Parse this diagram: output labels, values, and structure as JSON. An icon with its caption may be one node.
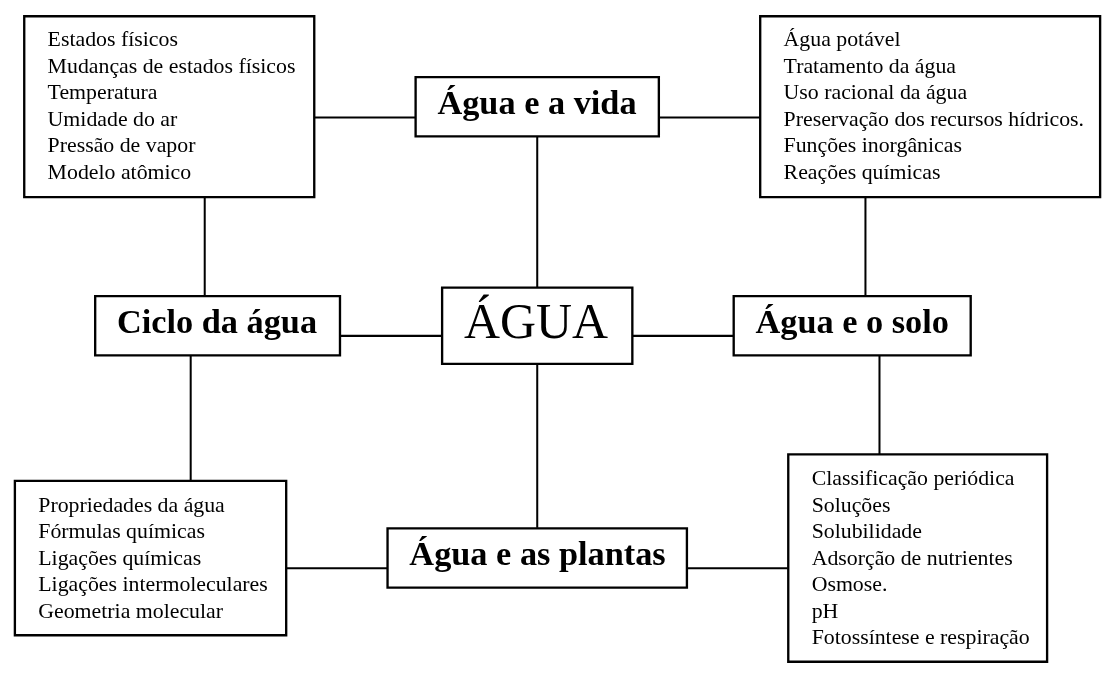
{
  "diagram": {
    "nodes": [
      {
        "text": [
          "Estados físicos",
          "Mudanças de estados físicos",
          "Temperatura",
          "Umidade do ar",
          "Pressão de vapor",
          "Modelo atômico"
        ]
      },
      {
        "text": [
          "Água e a vida"
        ]
      },
      {
        "text": [
          "Água potável",
          "Tratamento da água",
          "Uso racional da água",
          "Preservação dos recursos hídricos.",
          "Funções inorgânicas",
          "Reações químicas"
        ]
      },
      {
        "text": [
          "Ciclo da água"
        ]
      },
      {
        "text": [
          "ÁGUA"
        ]
      },
      {
        "text": [
          "Água e o solo"
        ]
      },
      {
        "text": [
          "Propriedades da água",
          "Fórmulas químicas",
          "Ligações químicas",
          "Ligações intermoleculares",
          "Geometria molecular"
        ]
      },
      {
        "text": [
          "Água e as plantas"
        ]
      },
      {
        "text": [
          "Classificação periódica",
          "Soluções",
          "Solubilidade",
          "Adsorção de nutrientes",
          "Osmose.",
          "pH",
          "Fotossíntese e respiração"
        ]
      }
    ],
    "edges": [
      {
        "from": 0,
        "to": 1,
        "arrow": "none"
      },
      {
        "from": 1,
        "to": 2,
        "arrow": "none"
      },
      {
        "from": 0,
        "to": 3,
        "arrow": "none"
      },
      {
        "from": 2,
        "to": 5,
        "arrow": "none"
      },
      {
        "from": 1,
        "to": 4,
        "arrow": "none"
      },
      {
        "from": 3,
        "to": 4,
        "arrow": "none"
      },
      {
        "from": 4,
        "to": 5,
        "arrow": "none"
      },
      {
        "from": 4,
        "to": 7,
        "arrow": "none"
      },
      {
        "from": 3,
        "to": 6,
        "arrow": "none"
      },
      {
        "from": 6,
        "to": 7,
        "arrow": "none"
      },
      {
        "from": 7,
        "to": 8,
        "arrow": "none"
      },
      {
        "from": 5,
        "to": 8,
        "arrow": "none"
      }
    ]
  }
}
